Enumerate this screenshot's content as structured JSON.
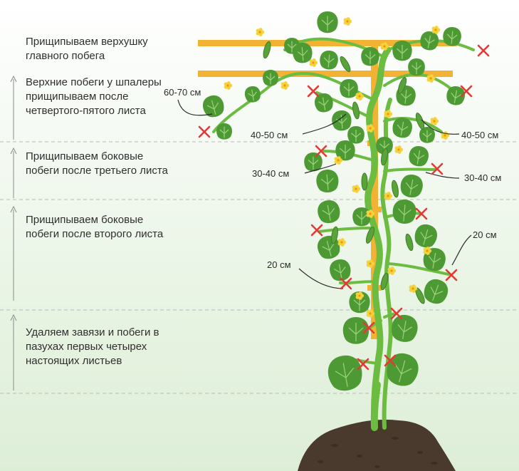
{
  "steps": [
    {
      "text": "Прищипываем верхушку главного побега"
    },
    {
      "text": "Верхние побеги у шпалеры прищипываем после четвертого-пятого листа"
    },
    {
      "text": "Прищипываем боковые побеги после третьего листа"
    },
    {
      "text": "Прищипываем боковые побеги после второго листа"
    },
    {
      "text": "Удаляем завязи и побеги в пазухах первых четырех настоящих листьев"
    }
  ],
  "distances": {
    "top_left": "60-70 см",
    "upper_left": "40-50 см",
    "upper_right": "40-50 см",
    "middle_left": "30-40 см",
    "middle_right": "30-40 см",
    "lower_left": "20 см",
    "lower_right": "20 см"
  },
  "colors": {
    "trellis": "#f2b234",
    "stem": "#6cbc42",
    "leaf": "#4d9a35",
    "leaf_vein": "#9dd27b",
    "flower": "#f6d23a",
    "cucumber": "#5aa33a",
    "pinch_mark": "#e53935",
    "soil": "#4a3a2e",
    "divider": "#b9b9b9"
  },
  "icons": [
    "pinch-cross-icon",
    "up-arrow-icon",
    "leaf-icon",
    "flower-icon",
    "cucumber-icon"
  ]
}
